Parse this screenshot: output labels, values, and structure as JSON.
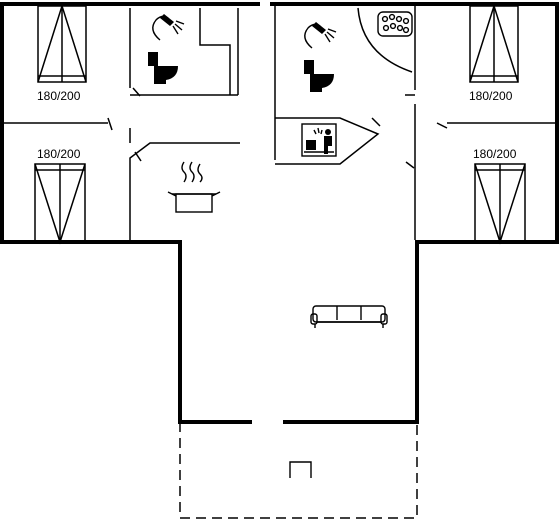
{
  "bedrooms": [
    {
      "label": "180/200"
    },
    {
      "label": "180/200"
    },
    {
      "label": "180/200"
    },
    {
      "label": "180/200"
    }
  ],
  "icons": {
    "bed": "bed-icon",
    "shower": "shower-icon",
    "toilet": "toilet-icon",
    "sauna": "sauna-icon",
    "whirlpool": "whirlpool-icon",
    "kitchen": "cooking-pot-icon",
    "sofa": "sofa-icon",
    "terrace": "terrace-icon"
  }
}
